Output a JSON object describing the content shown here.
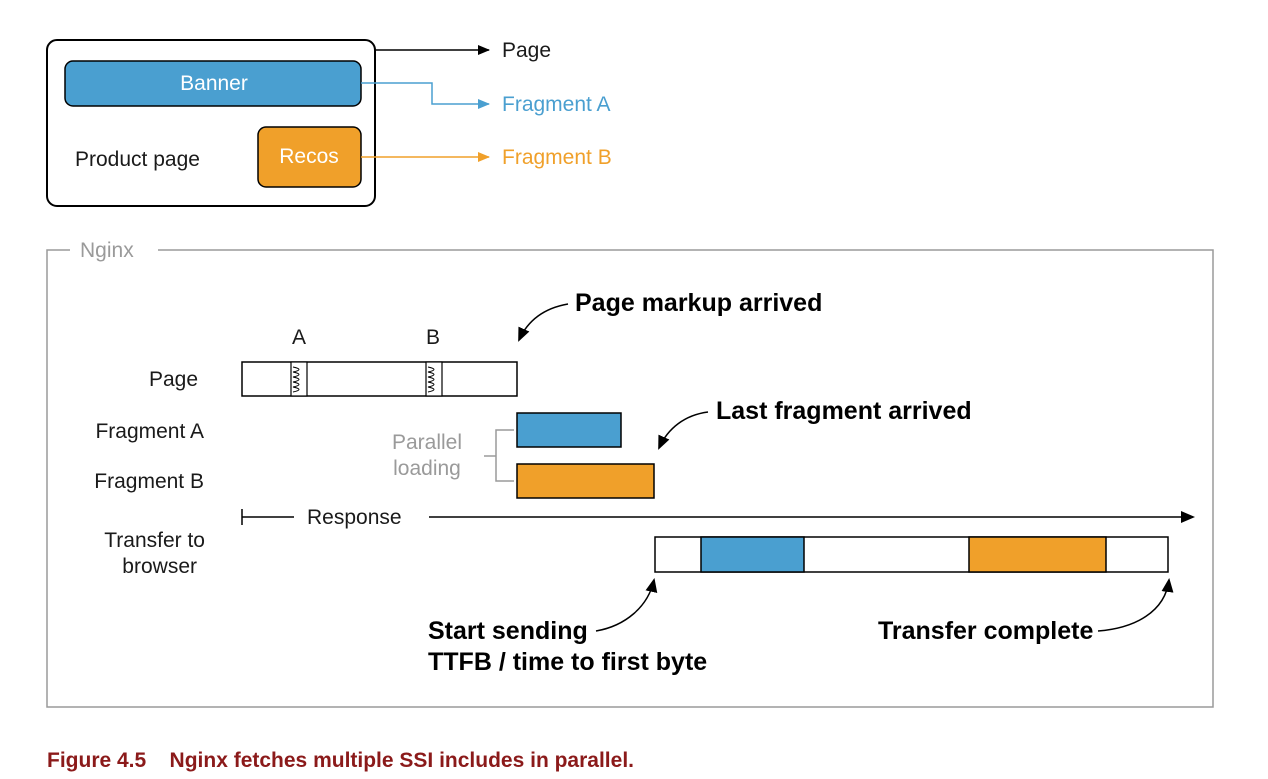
{
  "top": {
    "container_label": "Product page",
    "banner_label": "Banner",
    "recos_label": "Recos",
    "out_page": "Page",
    "out_fragment_a": "Fragment A",
    "out_fragment_b": "Fragment B"
  },
  "nginx": {
    "frame_label": "Nginx",
    "rows": {
      "page": "Page",
      "fragment_a": "Fragment A",
      "fragment_b": "Fragment B",
      "transfer_line1": "Transfer to",
      "transfer_line2": "browser"
    },
    "include_a": "A",
    "include_b": "B",
    "parallel_line1": "Parallel",
    "parallel_line2": "loading",
    "response": "Response",
    "callouts": {
      "page_markup": "Page markup arrived",
      "last_fragment": "Last fragment arrived",
      "start_sending_line1": "Start sending",
      "start_sending_line2": "TTFB / time to first byte",
      "transfer_complete": "Transfer complete"
    }
  },
  "caption": "Figure 4.5    Nginx fetches multiple SSI includes in parallel.",
  "colors": {
    "blue": "#4a9fd0",
    "orange": "#f0a02a",
    "caption": "#8b1a1a",
    "frame": "#9a9a9a"
  }
}
